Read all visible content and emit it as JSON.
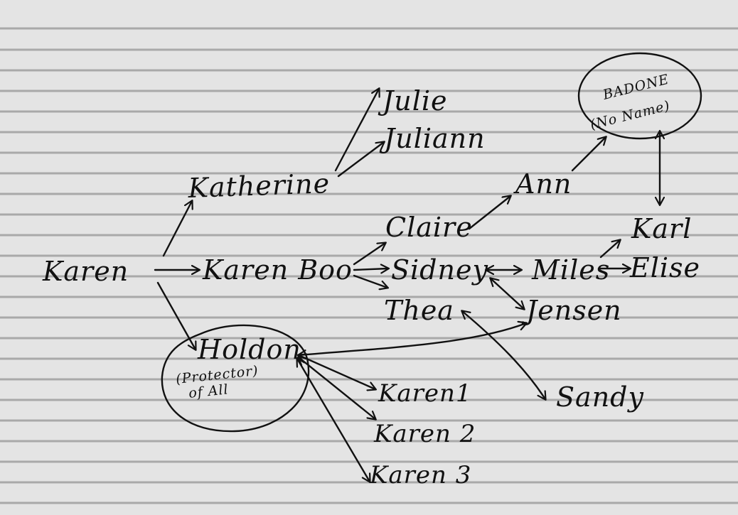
{
  "nodes": {
    "karen": "Karen",
    "katherine": "Katherine",
    "julie": "Julie",
    "juliann": "Juliann",
    "karen_boo": "Karen Boo",
    "claire": "Claire",
    "ann": "Ann",
    "badone": "BADONE",
    "badone_note": "(No Name)",
    "sidney": "Sidney",
    "miles": "Miles",
    "karl": "Karl",
    "elise": "Elise",
    "thea": "Thea",
    "jensen": "Jensen",
    "sandy": "Sandy",
    "holdon": "Holdon",
    "holdon_note_1": "(Protector)",
    "holdon_note_2": "of All",
    "karen1": "Karen1",
    "karen2": "Karen 2",
    "karen3": "Karen 3"
  },
  "colors": {
    "paper": "#e4e4e4",
    "ruling": "#a9a9a9",
    "ink": "#111111"
  }
}
